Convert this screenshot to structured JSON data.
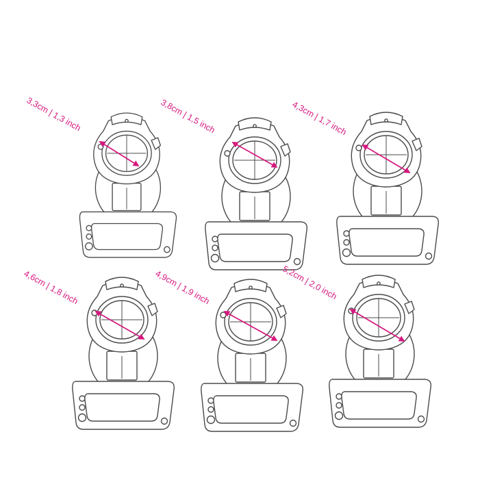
{
  "accent_color": "#d6187f",
  "line_color": "#4a4a4a",
  "sizes": [
    {
      "label": "3,3cm | 1,3 inch"
    },
    {
      "label": "3,8cm | 1,5 inch"
    },
    {
      "label": "4,3cm | 1,7 inch"
    },
    {
      "label": "4,6cm | 1,8 inch"
    },
    {
      "label": "4,9cm | 1,9 inch"
    },
    {
      "label": "5,2cm | 2,0 inch"
    }
  ]
}
